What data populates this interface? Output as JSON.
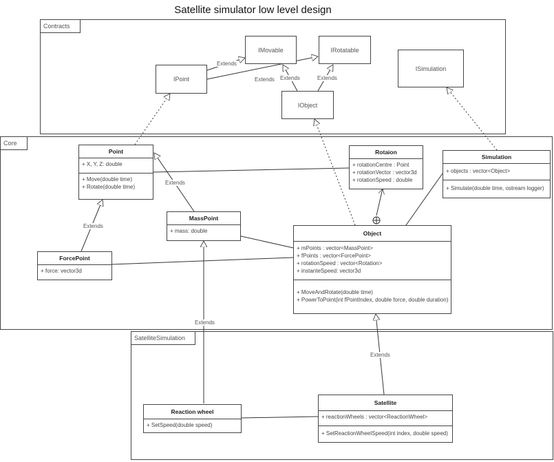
{
  "title": "Satellite simulator low level design",
  "packages": {
    "contracts": "Contracts",
    "core": "Core",
    "satellite_simulation": "SatelliteSimulation"
  },
  "interfaces": {
    "imovable": "IMovable",
    "irotatable": "IRotatable",
    "ipoint": "IPoint",
    "iobject": "IObject",
    "isimulation": "ISimulation"
  },
  "classes": {
    "point": {
      "name": "Point",
      "attributes": [
        "+ X, Y, Z: double"
      ],
      "methods": [
        "+ Move(double time)",
        "+ Rotate(double time)"
      ]
    },
    "rotation": {
      "name": "Rotaion",
      "attributes": [
        "+ rotationCentre : Point",
        "+ rotationVector : vector3d",
        "+ rotationSpeed : double"
      ]
    },
    "simulation": {
      "name": "Simulation",
      "attributes": [
        "+ objects : vector<Object>"
      ],
      "methods": [
        "+ Simulate(double time, ostream logger)"
      ]
    },
    "mass_point": {
      "name": "MassPoint",
      "attributes": [
        "+ mass: double"
      ]
    },
    "force_point": {
      "name": "ForcePoint",
      "attributes": [
        "+ force: vector3d"
      ]
    },
    "object": {
      "name": "Object",
      "attributes": [
        "+ mPoints : vector<MassPoint>",
        "+ fPoints : vector<ForcePoint>",
        "+ rotationSpeed : vector<Rotation>",
        "+ instanteSpeed: vector3d"
      ],
      "methods": [
        "+ MoveAndRotate(double time)",
        "+ PowerToPoint(int fPointIndex, double force, double duration)"
      ]
    },
    "reaction_wheel": {
      "name": "Reaction wheel",
      "methods": [
        "+ SetSpeed(double speed)"
      ]
    },
    "satellite": {
      "name": "Satellite",
      "attributes": [
        "+ reactionWheels : vector<ReactionWheel>"
      ],
      "methods": [
        "+ SetReactionWheelSpeed(int index, double speed)"
      ]
    }
  },
  "relation_labels": {
    "extends": "Extends"
  }
}
